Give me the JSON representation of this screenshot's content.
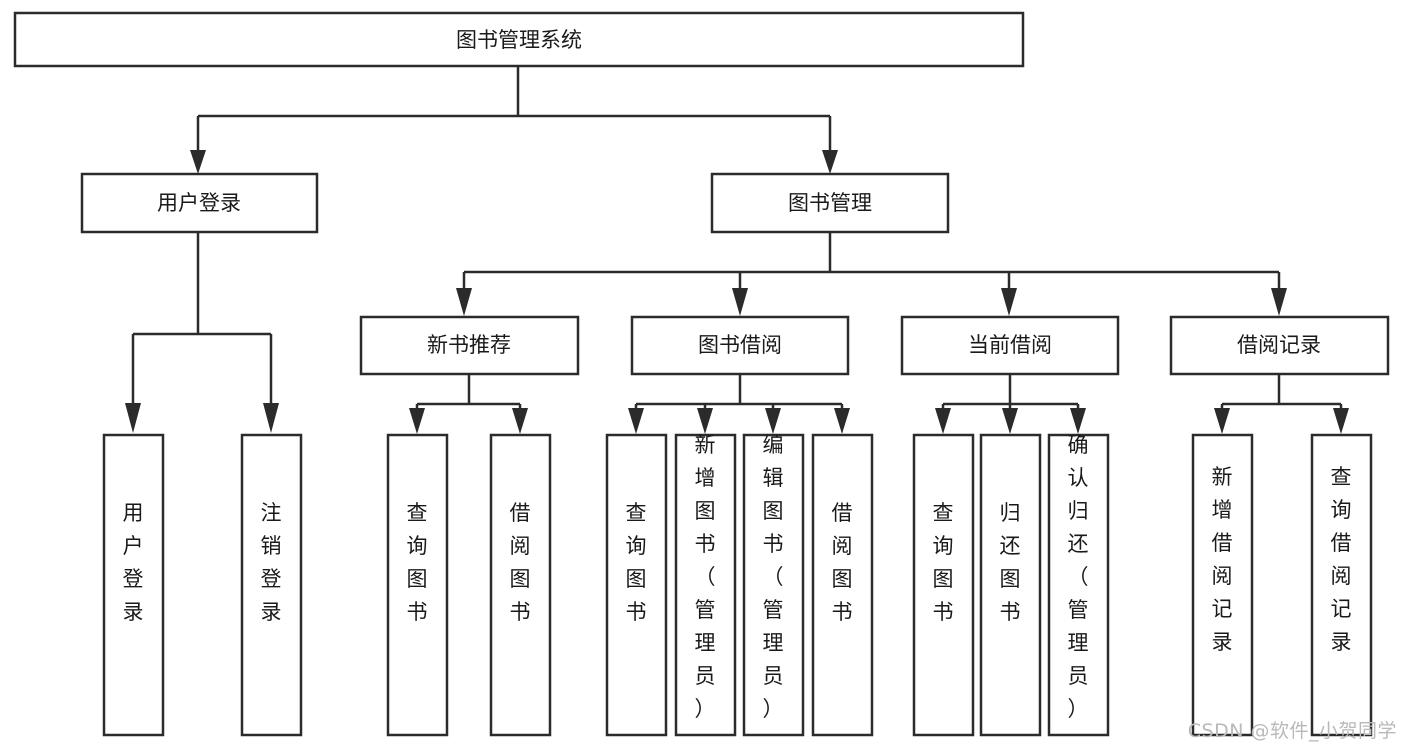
{
  "diagram": {
    "title": "图书管理系统",
    "watermark": "CSDN @软件_小贺同学",
    "type": "tree-hierarchy",
    "colors": {
      "box_stroke": "#2b2b2b",
      "box_fill": "#ffffff",
      "connector": "#2b2b2b",
      "text": "#1a1a1a",
      "background": "#ffffff",
      "watermark": "#b9b9b9"
    },
    "levels": {
      "root": {
        "label": "图书管理系统"
      },
      "level2": [
        {
          "label": "用户登录"
        },
        {
          "label": "图书管理"
        }
      ],
      "level3": [
        {
          "label": "新书推荐"
        },
        {
          "label": "图书借阅"
        },
        {
          "label": "当前借阅"
        },
        {
          "label": "借阅记录"
        }
      ],
      "leaves_user_login": [
        {
          "label": "用户登录"
        },
        {
          "label": "注销登录"
        }
      ],
      "leaves_new_book": [
        {
          "label": "查询图书"
        },
        {
          "label": "借阅图书"
        }
      ],
      "leaves_borrow": [
        {
          "label": "查询图书"
        },
        {
          "label": "新增图书（管理员）"
        },
        {
          "label": "编辑图书（管理员）"
        },
        {
          "label": "借阅图书"
        }
      ],
      "leaves_current": [
        {
          "label": "查询图书"
        },
        {
          "label": "归还图书"
        },
        {
          "label": "确认归还（管理员）"
        }
      ],
      "leaves_records": [
        {
          "label": "新增借阅记录"
        },
        {
          "label": "查询借阅记录"
        }
      ]
    }
  }
}
